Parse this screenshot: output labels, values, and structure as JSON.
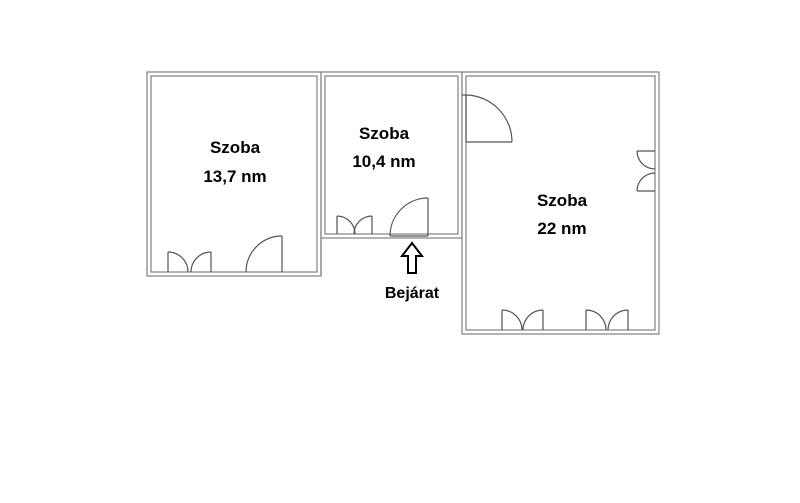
{
  "rooms": [
    {
      "name": "Szoba",
      "area": "13,7 nm"
    },
    {
      "name": "Szoba",
      "area": "10,4 nm"
    },
    {
      "name": "Szoba",
      "area": "22 nm"
    }
  ],
  "entrance": {
    "label": "Bejárat"
  },
  "colors": {
    "wall": "#808080",
    "text": "#000000",
    "arrow": "#000000"
  },
  "icons": {
    "entrance_marker": "up-arrow-icon"
  }
}
